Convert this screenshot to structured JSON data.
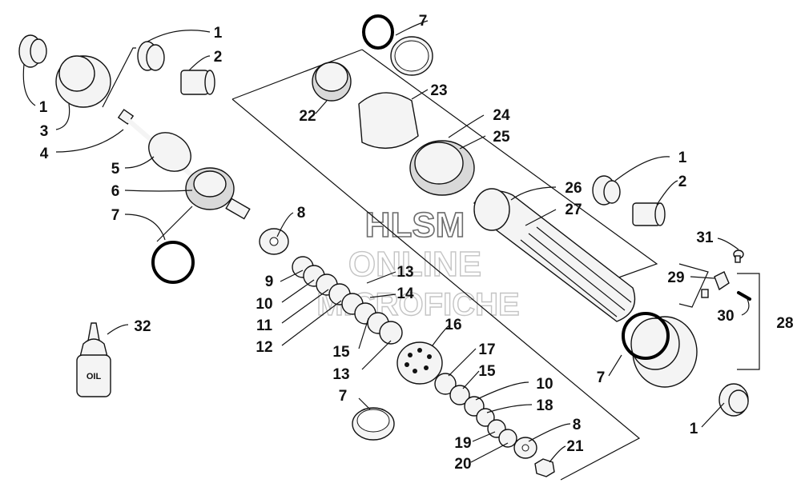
{
  "watermark": {
    "line1": "HLSM",
    "line2": "ONLINE",
    "line3": "MICROFICHE"
  },
  "oil_bottle_label": "OIL",
  "callouts": [
    {
      "id": "c1a",
      "text": "1"
    },
    {
      "id": "c2a",
      "text": "2"
    },
    {
      "id": "c1b",
      "text": "1"
    },
    {
      "id": "c3",
      "text": "3"
    },
    {
      "id": "c4",
      "text": "4"
    },
    {
      "id": "c5",
      "text": "5"
    },
    {
      "id": "c6",
      "text": "6"
    },
    {
      "id": "c7a",
      "text": "7"
    },
    {
      "id": "c8a",
      "text": "8"
    },
    {
      "id": "c9",
      "text": "9"
    },
    {
      "id": "c10a",
      "text": "10"
    },
    {
      "id": "c11",
      "text": "11"
    },
    {
      "id": "c12",
      "text": "12"
    },
    {
      "id": "c13a",
      "text": "13"
    },
    {
      "id": "c14",
      "text": "14"
    },
    {
      "id": "c15a",
      "text": "15"
    },
    {
      "id": "c13b",
      "text": "13"
    },
    {
      "id": "c16",
      "text": "16"
    },
    {
      "id": "c17",
      "text": "17"
    },
    {
      "id": "c15b",
      "text": "15"
    },
    {
      "id": "c10b",
      "text": "10"
    },
    {
      "id": "c18",
      "text": "18"
    },
    {
      "id": "c8b",
      "text": "8"
    },
    {
      "id": "c19",
      "text": "19"
    },
    {
      "id": "c21",
      "text": "21"
    },
    {
      "id": "c20",
      "text": "20"
    },
    {
      "id": "c7b",
      "text": "7"
    },
    {
      "id": "c32",
      "text": "32"
    },
    {
      "id": "c7c",
      "text": "7"
    },
    {
      "id": "c22",
      "text": "22"
    },
    {
      "id": "c23",
      "text": "23"
    },
    {
      "id": "c24",
      "text": "24"
    },
    {
      "id": "c25",
      "text": "25"
    },
    {
      "id": "c26",
      "text": "26"
    },
    {
      "id": "c27",
      "text": "27"
    },
    {
      "id": "c1c",
      "text": "1"
    },
    {
      "id": "c2b",
      "text": "2"
    },
    {
      "id": "c31",
      "text": "31"
    },
    {
      "id": "c29",
      "text": "29"
    },
    {
      "id": "c30",
      "text": "30"
    },
    {
      "id": "c28",
      "text": "28"
    },
    {
      "id": "c7d",
      "text": "7"
    },
    {
      "id": "c1d",
      "text": "1"
    }
  ]
}
